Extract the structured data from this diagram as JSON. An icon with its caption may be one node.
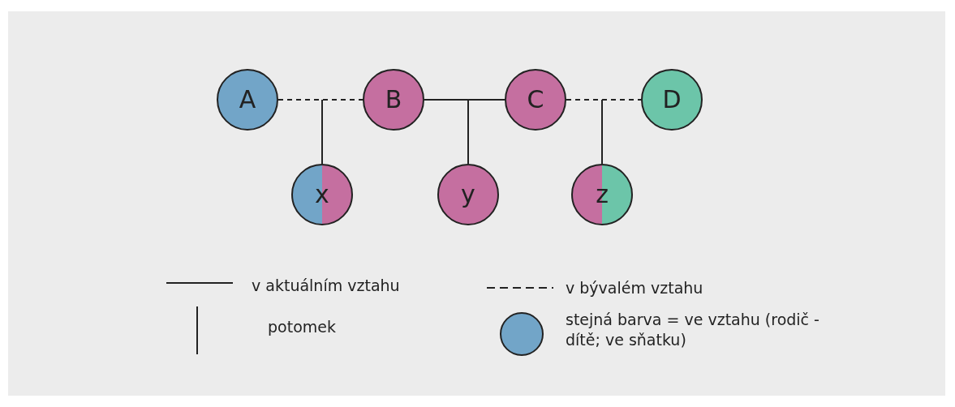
{
  "diagram": {
    "nodes": [
      {
        "text": [
          "A"
        ]
      },
      {
        "text": [
          "B"
        ]
      },
      {
        "text": [
          "C"
        ]
      },
      {
        "text": [
          "D"
        ]
      },
      {
        "text": [
          "x"
        ]
      },
      {
        "text": [
          "y"
        ]
      },
      {
        "text": [
          "z"
        ]
      }
    ],
    "edges": [
      {
        "from": 0,
        "to": 1,
        "arrow": "none",
        "style": "dashed"
      },
      {
        "from": 1,
        "to": 2,
        "arrow": "none"
      },
      {
        "from": 2,
        "to": 3,
        "arrow": "none",
        "style": "dashed"
      },
      {
        "from": null,
        "to": 4,
        "arrow": "none"
      },
      {
        "from": null,
        "to": 5,
        "arrow": "none"
      },
      {
        "from": null,
        "to": 6,
        "arrow": "none"
      }
    ],
    "legend": [
      {
        "text": "v aktuálním vztahu"
      },
      {
        "text": "v bývalém vztahu"
      },
      {
        "text": "potomek"
      },
      {
        "text": "stejná barva = ve vztahu (rodič - dítě; ve sňatku)",
        "color": "#72a5c8"
      }
    ]
  }
}
